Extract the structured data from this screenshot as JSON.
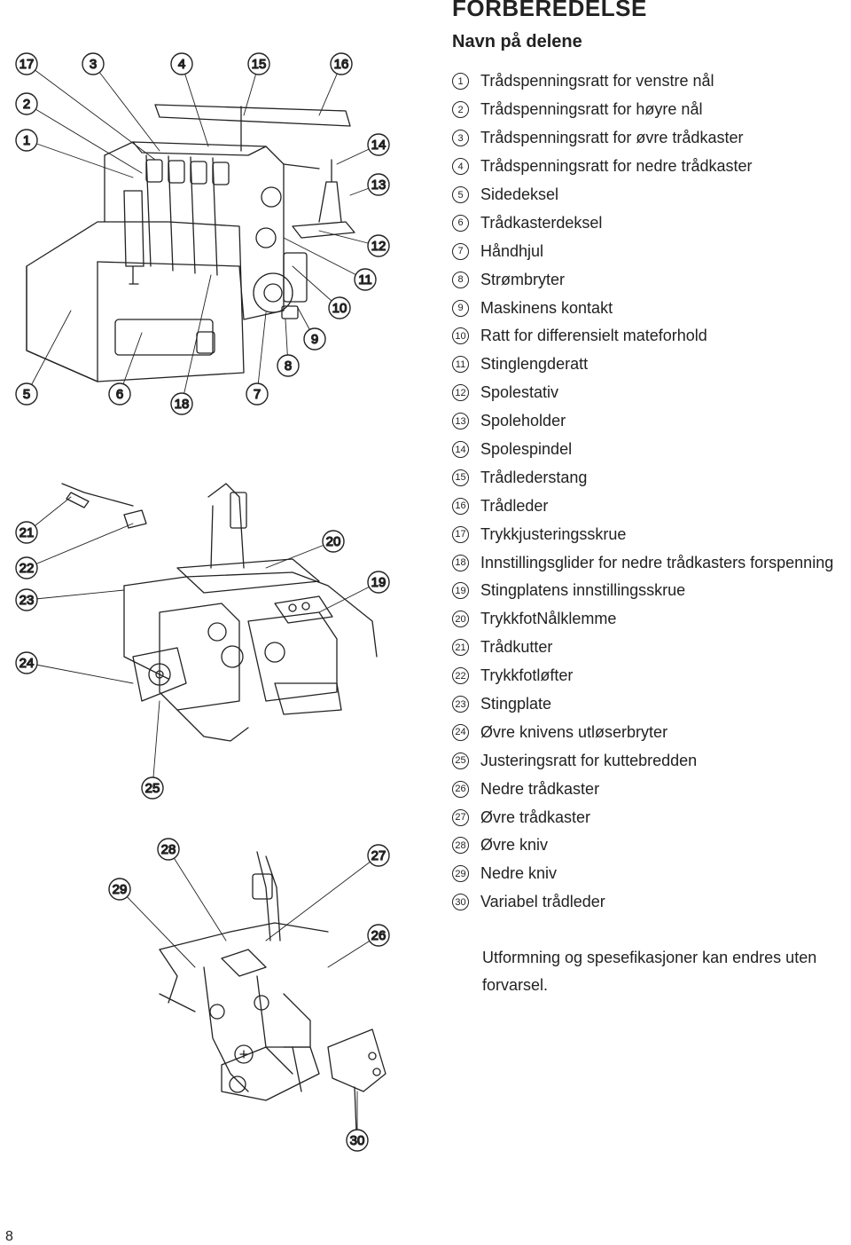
{
  "header": {
    "title": "FORBEREDELSE",
    "subtitle": "Navn på delene"
  },
  "parts": [
    {
      "num": "1",
      "label": "Trådspenningsratt for venstre nål"
    },
    {
      "num": "2",
      "label": "Trådspenningsratt for høyre nål"
    },
    {
      "num": "3",
      "label": "Trådspenningsratt for øvre trådkaster"
    },
    {
      "num": "4",
      "label": "Trådspenningsratt for nedre trådkaster"
    },
    {
      "num": "5",
      "label": "Sidedeksel"
    },
    {
      "num": "6",
      "label": "Trådkasterdeksel"
    },
    {
      "num": "7",
      "label": "Håndhjul"
    },
    {
      "num": "8",
      "label": "Strømbryter"
    },
    {
      "num": "9",
      "label": "Maskinens kontakt"
    },
    {
      "num": "10",
      "label": "Ratt for differensielt mateforhold"
    },
    {
      "num": "11",
      "label": "Stinglengderatt"
    },
    {
      "num": "12",
      "label": "Spolestativ"
    },
    {
      "num": "13",
      "label": "Spoleholder"
    },
    {
      "num": "14",
      "label": "Spolespindel"
    },
    {
      "num": "15",
      "label": "Trådlederstang"
    },
    {
      "num": "16",
      "label": "Trådleder"
    },
    {
      "num": "17",
      "label": "Trykkjusteringsskrue"
    },
    {
      "num": "18",
      "label": "Innstillingsglider for nedre trådkasters forspenning"
    },
    {
      "num": "19",
      "label": "Stingplatens innstillingsskrue"
    },
    {
      "num": "20",
      "label": "TrykkfotNålklemme"
    },
    {
      "num": "21",
      "label": "Trådkutter"
    },
    {
      "num": "22",
      "label": "Trykkfotløfter"
    },
    {
      "num": "23",
      "label": "Stingplate"
    },
    {
      "num": "24",
      "label": "Øvre knivens utløserbryter"
    },
    {
      "num": "25",
      "label": "Justeringsratt for kuttebredden"
    },
    {
      "num": "26",
      "label": "Nedre trådkaster"
    },
    {
      "num": "27",
      "label": "Øvre trådkaster"
    },
    {
      "num": "28",
      "label": "Øvre kniv"
    },
    {
      "num": "29",
      "label": "Nedre kniv"
    },
    {
      "num": "30",
      "label": "Variabel trådleder"
    }
  ],
  "note": "Utformning og spesefikasjoner kan endres uten forvarsel.",
  "page_number": "8"
}
